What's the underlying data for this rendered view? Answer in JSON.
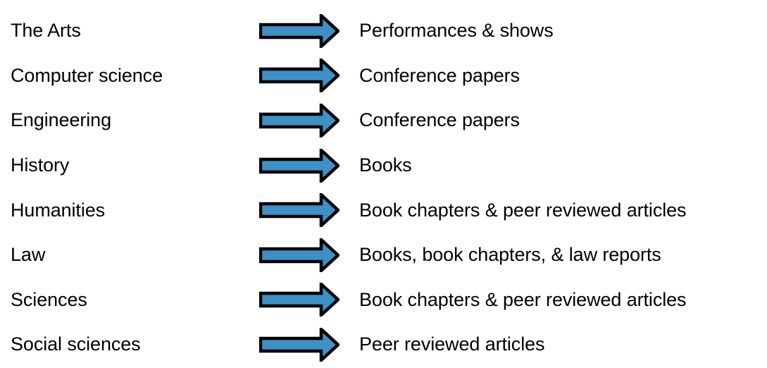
{
  "figure": {
    "kind": "mapping-diagram",
    "background_color": "#ffffff",
    "text_color": "#000000",
    "arrow": {
      "icon_name": "right-arrow-icon",
      "fill_color": "#3d91c6",
      "outline_color": "#000000",
      "direction": "right"
    },
    "rows": [
      {
        "source": "The Arts",
        "target": "Performances & shows"
      },
      {
        "source": "Computer science",
        "target": "Conference papers"
      },
      {
        "source": "Engineering",
        "target": "Conference papers"
      },
      {
        "source": "History",
        "target": "Books"
      },
      {
        "source": "Humanities",
        "target": "Book chapters & peer reviewed articles"
      },
      {
        "source": "Law",
        "target": "Books, book chapters, & law reports"
      },
      {
        "source": "Sciences",
        "target": "Book chapters & peer reviewed articles"
      },
      {
        "source": "Social sciences",
        "target": "Peer reviewed articles"
      }
    ]
  }
}
